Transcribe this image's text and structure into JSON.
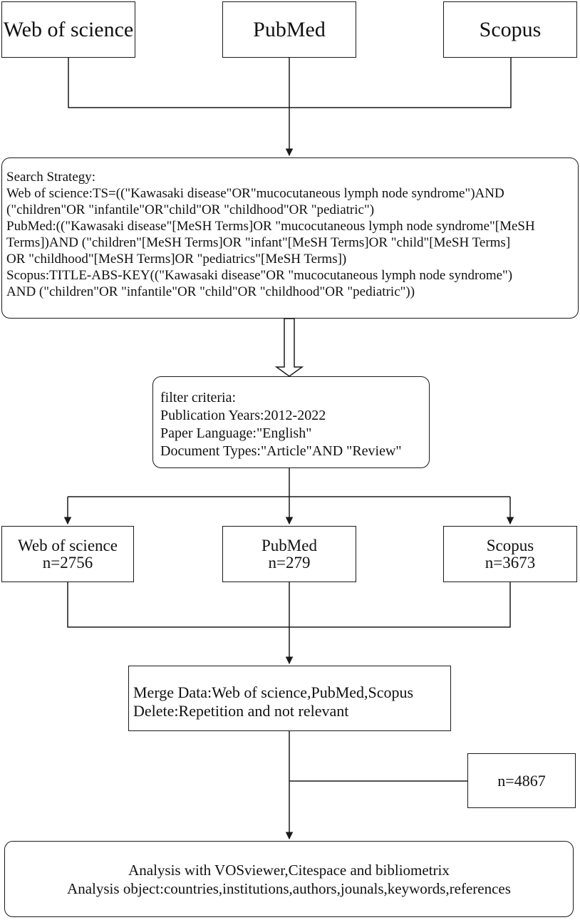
{
  "sources": {
    "wos": "Web of science",
    "pubmed": "PubMed",
    "scopus": "Scopus"
  },
  "search_strategy": {
    "lines": [
      "Search Strategy:",
      "Web of science:TS=((\"Kawasaki disease\"OR\"mucocutaneous lymph node syndrome\")AND",
      "(\"children\"OR \"infantile\"OR\"child\"OR \"childhood\"OR \"pediatric\")",
      "PubMed:((\"Kawasaki disease\"[MeSH Terms]OR \"mucocutaneous lymph node syndrome\"[MeSH",
      "Terms])AND (\"children\"[MeSH Terms]OR \"infant\"[MeSH Terms]OR \"child\"[MeSH Terms]",
      "OR \"childhood\"[MeSH Terms]OR \"pediatrics\"[MeSH Terms])",
      "Scopus:TITLE-ABS-KEY((\"Kawasaki disease\"OR \"mucocutaneous lymph node syndrome\")",
      "AND (\"children\"OR \"infantile\"OR \"child\"OR \"childhood\"OR \"pediatric\"))"
    ]
  },
  "filter": {
    "lines": [
      "filter criteria:",
      "Publication Years:2012-2022",
      "Paper Language:\"English\"",
      "Document Types:\"Article\"AND \"Review\""
    ]
  },
  "results": {
    "wos": {
      "name": "Web of science",
      "count": "n=2756"
    },
    "pubmed": {
      "name": "PubMed",
      "count": "n=279"
    },
    "scopus": {
      "name": "Scopus",
      "count": "n=3673"
    }
  },
  "merge": {
    "lines": [
      "Merge Data:Web of science,PubMed,Scopus",
      "Delete:Repetition and not relevant"
    ]
  },
  "total": "n=4867",
  "analysis": {
    "lines": [
      "Analysis with VOSviewer,Citespace and bibliometrix",
      "Analysis object:countries,institutions,authors,jounals,keywords,references"
    ]
  }
}
